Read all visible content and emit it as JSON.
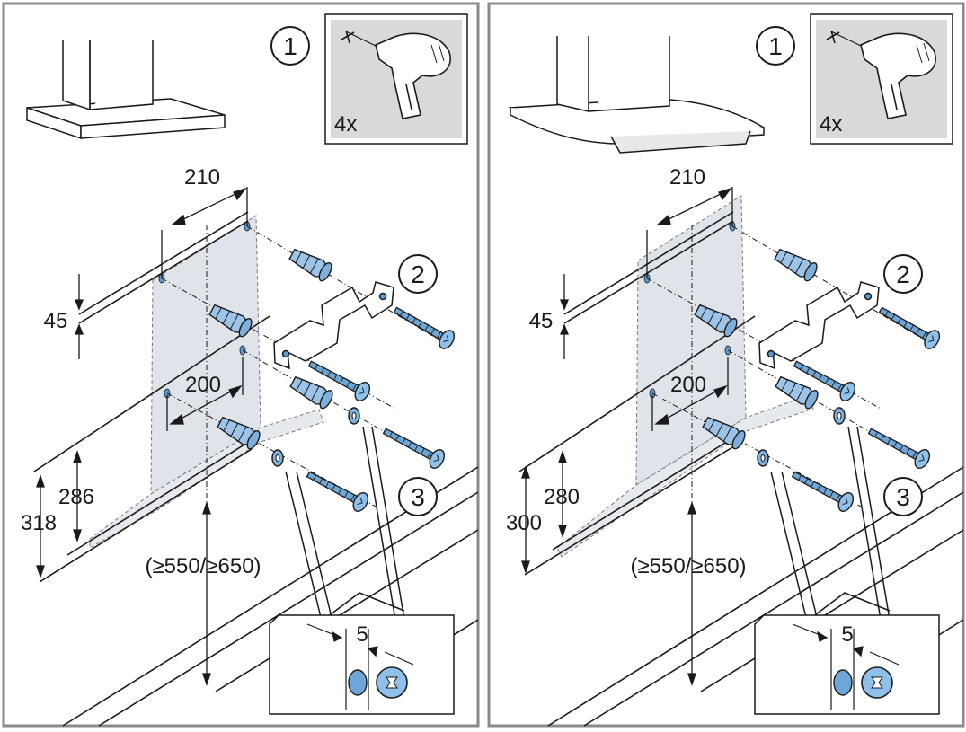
{
  "panels": [
    {
      "step1": "1",
      "step2": "2",
      "step3": "3",
      "drill_count": "4x",
      "dim_top_width": "210",
      "dim_mid_width": "200",
      "dim_offset": "45",
      "dim_lower_inner": "286",
      "dim_lower_outer": "318",
      "dim_height_range": "(≥550/≥650)",
      "detail_gap": "5"
    },
    {
      "step1": "1",
      "step2": "2",
      "step3": "3",
      "drill_count": "4x",
      "dim_top_width": "210",
      "dim_mid_width": "200",
      "dim_offset": "45",
      "dim_lower_inner": "280",
      "dim_lower_outer": "300",
      "dim_height_range": "(≥550/≥650)",
      "detail_gap": "5"
    }
  ],
  "colors": {
    "frame": "#8a8a8a",
    "line": "#1a1a1a",
    "hardware_blue": "#5b9bd5",
    "panel_fill": "#dfe3ea",
    "inset_fill": "#d9d9d9"
  }
}
